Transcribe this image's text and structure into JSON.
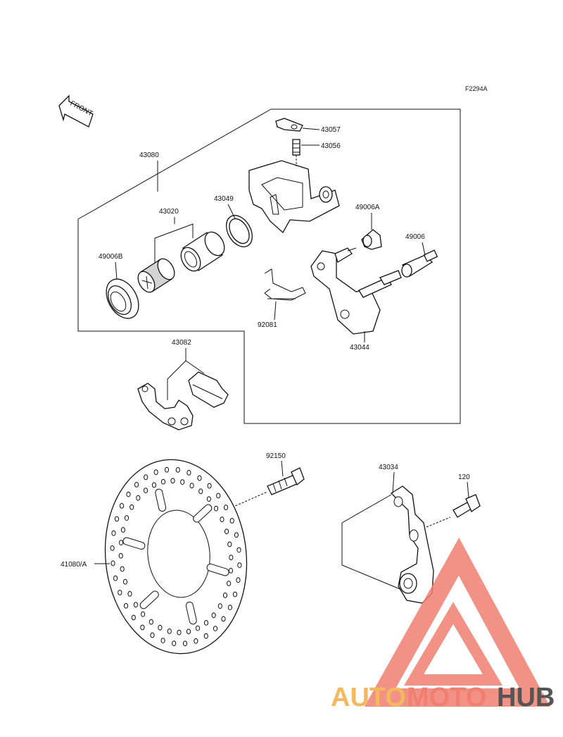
{
  "diagram": {
    "ref_code": "F2294A",
    "front_label": "FRONT",
    "parts": {
      "p43057": "43057",
      "p43056": "43056",
      "p43080": "43080",
      "p43049": "43049",
      "p43020": "43020",
      "p49006A": "49006A",
      "p49006": "49006",
      "p49006B": "49006B",
      "p92081": "92081",
      "p43044": "43044",
      "p43082": "43082",
      "p92150": "92150",
      "p43034": "43034",
      "p120": "120",
      "p41080A": "41080/A"
    }
  },
  "watermark": {
    "part1": "AUTO",
    "part2": "MOTO",
    "part3": "HUB",
    "colors": {
      "auto": "#f4b860",
      "moto": "#f07f72",
      "hub": "#555555",
      "triangle": "#f07f72"
    }
  }
}
